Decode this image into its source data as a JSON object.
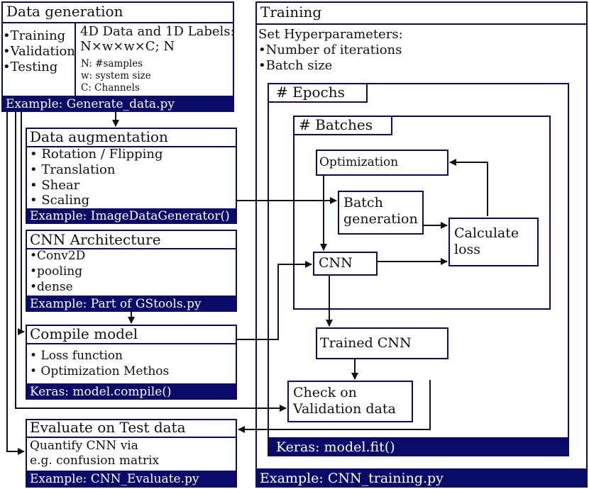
{
  "data_generation": {
    "title": "Data generation",
    "items": [
      "•Training",
      "•Validation",
      "•Testing"
    ],
    "data_title_1": "4D Data and 1D Labels:",
    "data_title_2": "N×w×w×C; N",
    "notes": [
      "N: #samples",
      "w: system size",
      "C: Channels"
    ],
    "example": "Example: Generate_data.py"
  },
  "data_augmentation": {
    "title": "Data augmentation",
    "items": [
      "• Rotation / Flipping",
      "• Translation",
      "• Shear",
      "• Scaling"
    ],
    "example": "Example: ImageDataGenerator()"
  },
  "cnn_architecture": {
    "title": "CNN Architecture",
    "items": [
      "•Conv2D",
      "•pooling",
      "•dense"
    ],
    "example": "Example: Part of GStools.py"
  },
  "compile_model": {
    "title": "Compile model",
    "items": [
      "• Loss function",
      "• Optimization Methos"
    ],
    "example": "Keras: model.compile()"
  },
  "evaluate": {
    "title": "Evaluate on Test data",
    "line1": "Quantify CNN via",
    "line2": "e.g. confusion matrix",
    "example": "Example: CNN_Evaluate.py"
  },
  "training": {
    "title": "Training",
    "hyper_title": "Set Hyperparameters:",
    "hyper_items": [
      "•Number of iterations",
      "•Batch size"
    ],
    "epochs_label": "# Epochs",
    "batches_label": "# Batches",
    "optimization": "Optimization",
    "batch_gen_1": "Batch",
    "batch_gen_2": "generation",
    "calc_loss_1": "Calculate",
    "calc_loss_2": "loss",
    "cnn": "CNN",
    "trained_cnn": "Trained CNN",
    "check_1": "Check on",
    "check_2": "Validation data",
    "fit": "Keras: model.fit()",
    "example": "Example: CNN_training.py"
  }
}
